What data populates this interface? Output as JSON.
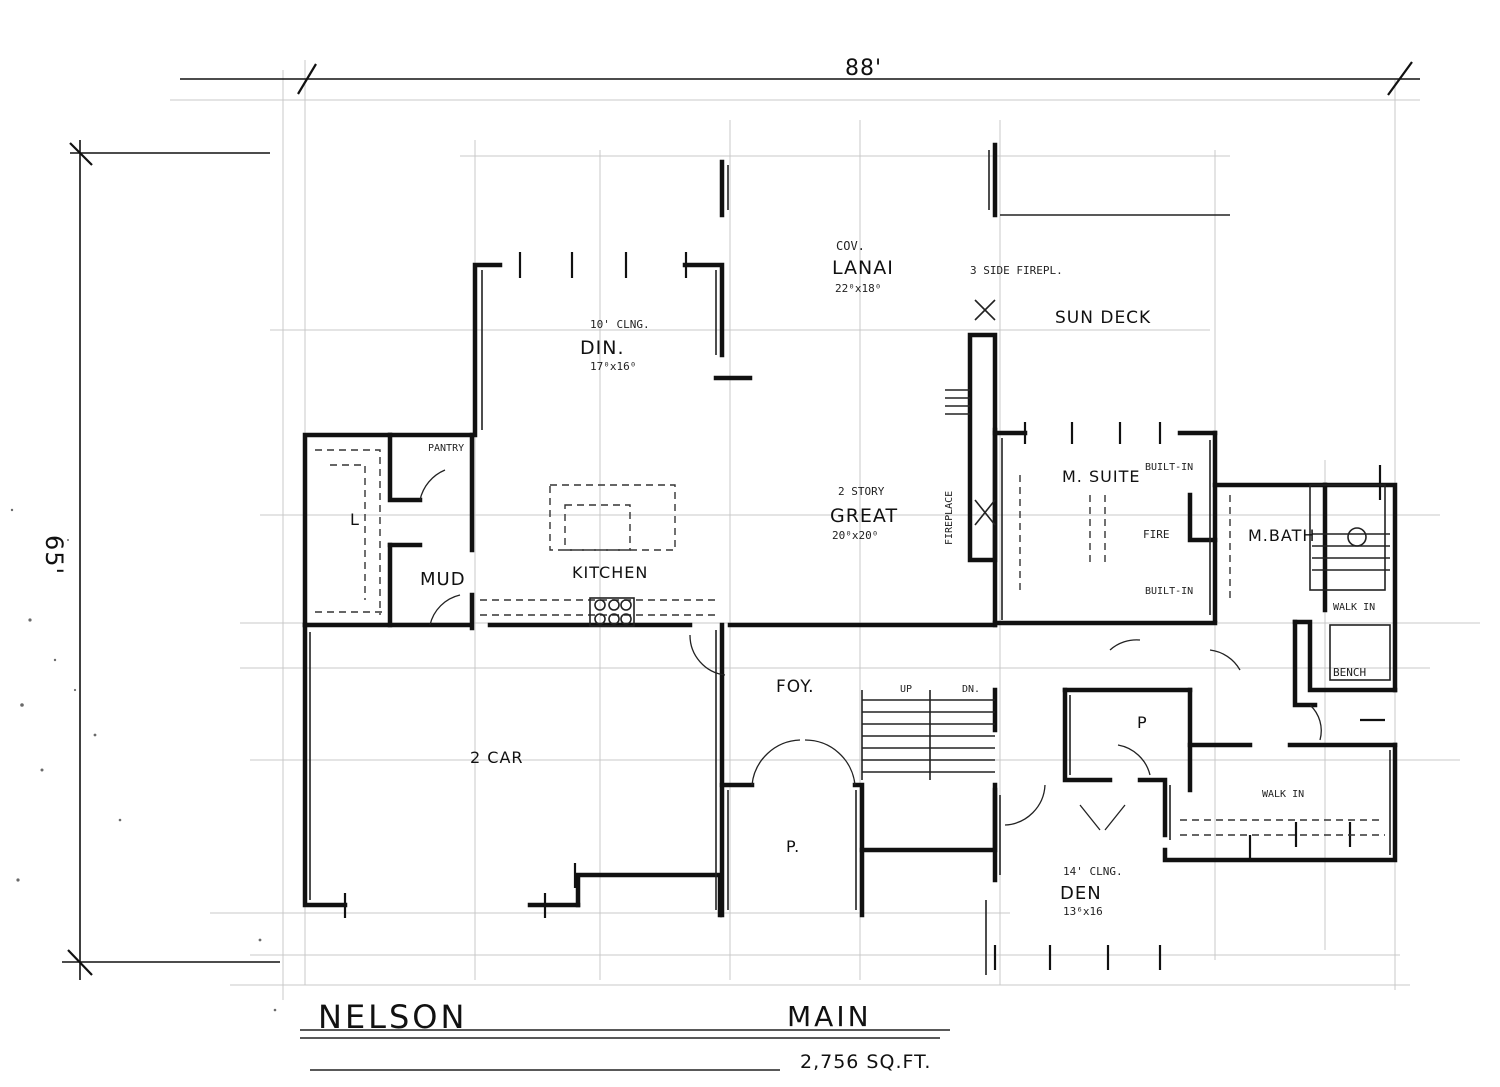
{
  "dimensions": {
    "width": "88'",
    "depth": "65'"
  },
  "rooms": {
    "lanai": {
      "note": "COV.",
      "name": "LANAI",
      "size": "22⁰x18⁰"
    },
    "fireplace_note": "3 SIDE FIREPL.",
    "sun_deck": "SUN DECK",
    "dining": {
      "note": "10' CLNG.",
      "name": "DIN.",
      "size": "17⁰x16⁰"
    },
    "pantry": "PANTRY",
    "great": {
      "note": "2 STORY",
      "name": "GREAT",
      "size": "20⁰x20⁰"
    },
    "fireplace": "FIREPLACE",
    "suite": {
      "name": "M. SUITE",
      "built_in_top": "BUILT-IN",
      "fire": "FIRE",
      "built_in_bottom": "BUILT-IN"
    },
    "bath": "M.BATH",
    "walk_in_shower": "WALK IN",
    "bench": "BENCH",
    "mud": "MUD",
    "kitchen": "KITCHEN",
    "garage": "2 CAR",
    "foyer": "FOY.",
    "stair_up": "UP",
    "stair_dn": "DN.",
    "porch": "P.",
    "den": {
      "note": "14' CLNG.",
      "name": "DEN",
      "size": "13⁶x16"
    },
    "walk_in_closet": "WALK IN",
    "laundry": "L",
    "powder": "P"
  },
  "title_block": {
    "project": "NELSON",
    "level": "MAIN",
    "area": "2,756 SQ.FT."
  }
}
